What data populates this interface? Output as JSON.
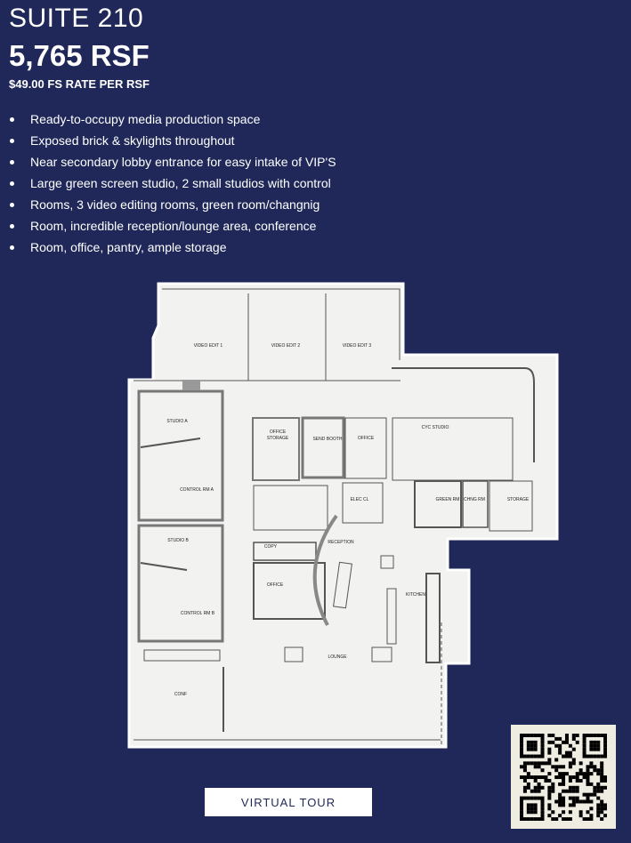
{
  "header": {
    "suite": "SUITE 210",
    "size": "5,765 RSF",
    "rate": "$49.00 FS RATE PER RSF"
  },
  "features": [
    "Ready-to-occupy media production space",
    "Exposed brick & skylights throughout",
    "Near secondary lobby entrance for easy intake of VIP'S",
    "Large green screen studio, 2 small studios with control",
    "Rooms, 3 video editing rooms, green room/changnig",
    "Room, incredible reception/lounge area, conference",
    "Room, office, pantry, ample storage"
  ],
  "floorplan": {
    "rooms": {
      "video_edit_1": "VIDEO EDIT 1",
      "video_edit_2": "VIDEO EDIT 2",
      "video_edit_3": "VIDEO EDIT 3",
      "studio_a": "STUDIO A",
      "control_rm_a": "CONTROL RM A",
      "studio_b": "STUDIO B",
      "control_rm_b": "CONTROL RM B",
      "conf": "CONF",
      "office_storage_1": "OFFICE",
      "office_storage_2": "STORAGE",
      "send_booth": "SEND BOOTH",
      "office_1": "OFFICE",
      "cyc_studio": "CYC STUDIO",
      "elec_cl": "ELEC CL",
      "green_rm": "GREEN RM",
      "chng_rm": "CHNG RM",
      "storage": "STORAGE",
      "copy": "COPY",
      "reception": "RECEPTION",
      "office_2": "OFFICE",
      "kitchen": "KITCHEN",
      "lounge": "LOUNGE"
    }
  },
  "actions": {
    "virtual_tour": "VIRTUAL TOUR"
  },
  "colors": {
    "background": "#1f2858",
    "plan_fill": "#f2f2f0",
    "qr_background": "#efece2"
  },
  "icons": {
    "qr": "qr-code"
  }
}
